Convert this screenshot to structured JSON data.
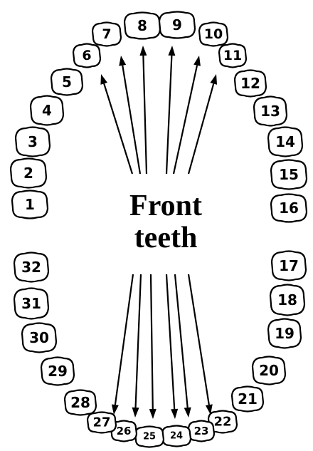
{
  "label": {
    "line1": "Front",
    "line2": "teeth"
  },
  "upper_teeth": [
    "1",
    "2",
    "3",
    "4",
    "5",
    "6",
    "7",
    "8",
    "9",
    "10",
    "11",
    "12",
    "13",
    "14",
    "15",
    "16"
  ],
  "lower_teeth": [
    "17",
    "18",
    "19",
    "20",
    "21",
    "22",
    "23",
    "24",
    "25",
    "26",
    "27",
    "28",
    "29",
    "30",
    "31",
    "32"
  ],
  "front_teeth_upper": [
    "6",
    "7",
    "8",
    "9",
    "10",
    "11"
  ],
  "front_teeth_lower": [
    "22",
    "23",
    "24",
    "25",
    "26",
    "27"
  ],
  "colors": {
    "ink": "#000000",
    "fill": "#ffffff"
  }
}
